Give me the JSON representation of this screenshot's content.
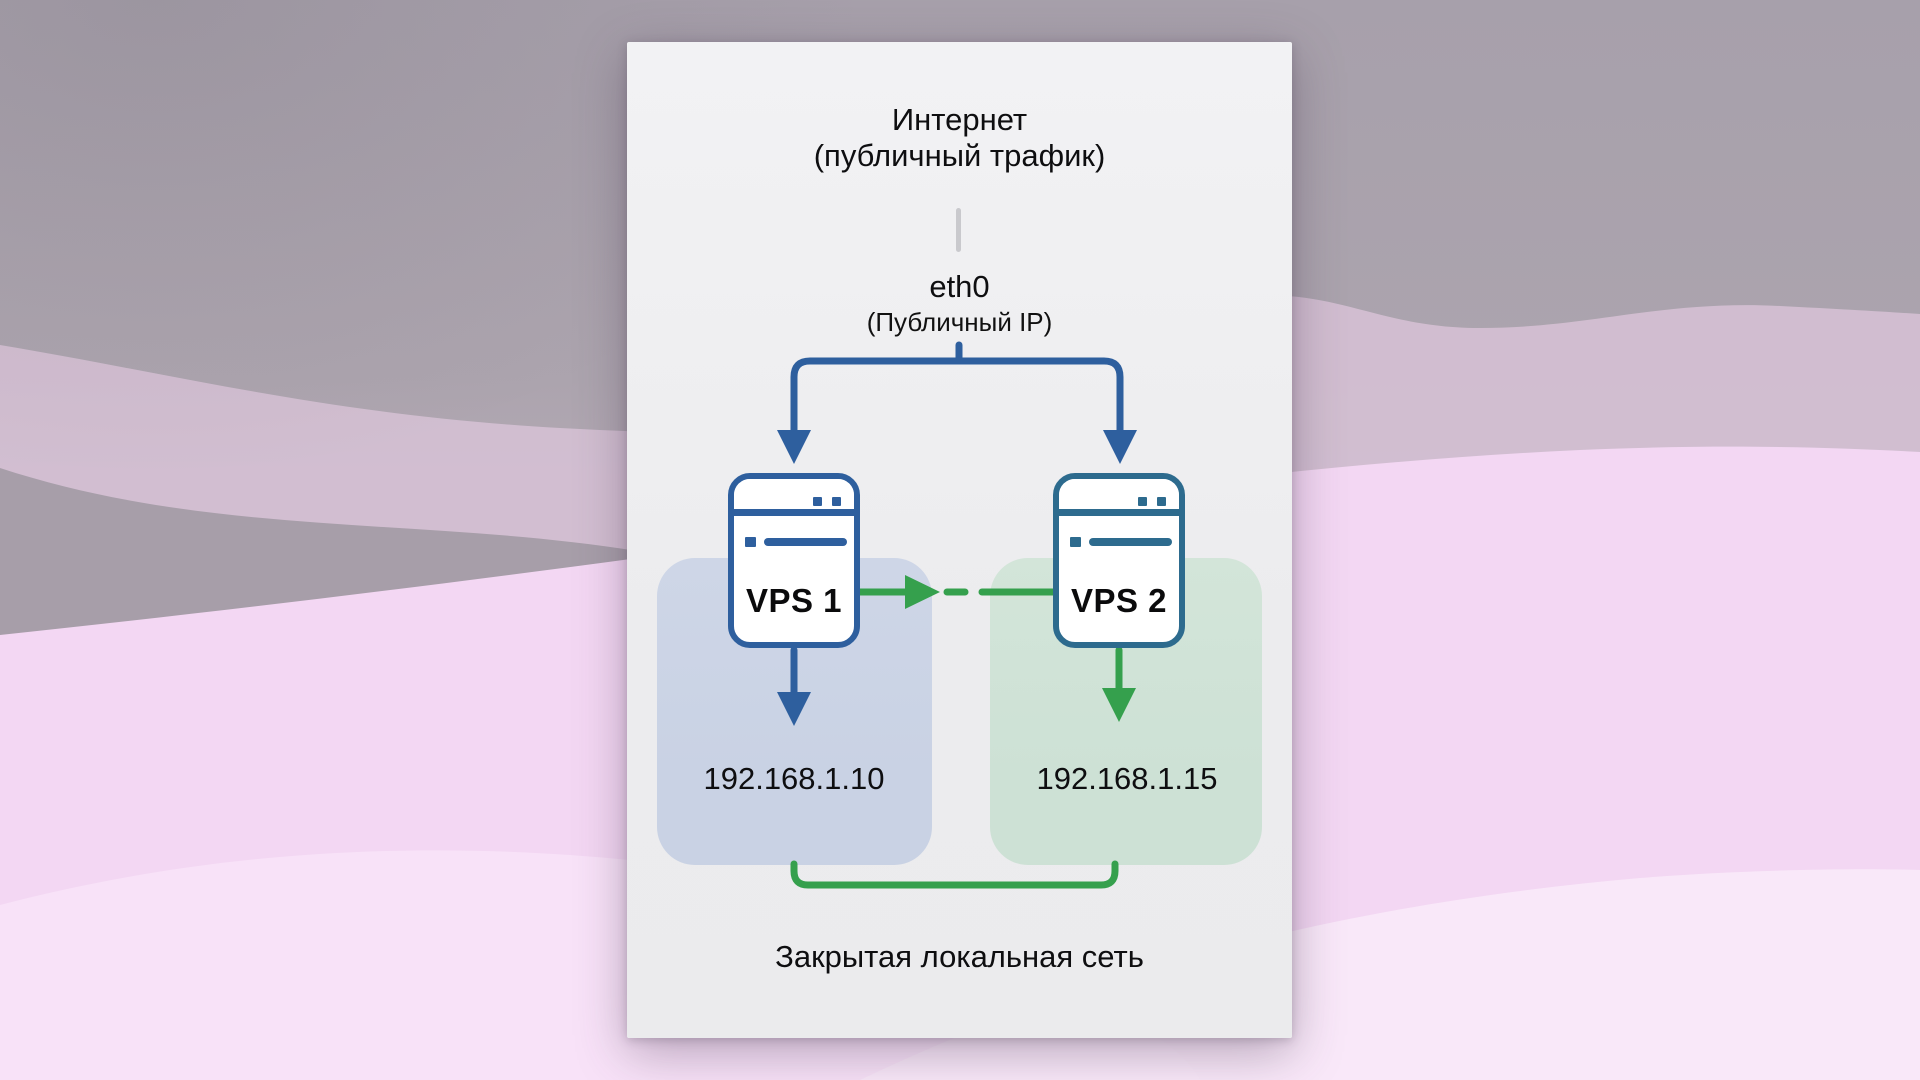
{
  "card": {
    "title_line1": "Интернет",
    "title_line2": "(публичный трафик)",
    "interface_label": "eth0",
    "interface_sub": "(Публичный IP)",
    "vps1": {
      "label": "VPS 1",
      "ip": "192.168.1.10"
    },
    "vps2": {
      "label": "VPS 2",
      "ip": "192.168.1.15"
    },
    "footer": "Закрытая локальная сеть"
  },
  "icons": {
    "vps1": "server-icon",
    "vps2": "server-icon",
    "public_traffic": "down-arrow-icon",
    "private_link": "right-arrow-dashed-icon"
  },
  "colors": {
    "arrow_blue": "#2e5f9e",
    "vps1_border": "#2e5f9e",
    "vps2_border": "#2d6b8e",
    "green": "#35a04d",
    "subnet1_fill": "#c9d2e4",
    "subnet2_fill": "#cde1d5",
    "card_bg": "#efeff1"
  }
}
